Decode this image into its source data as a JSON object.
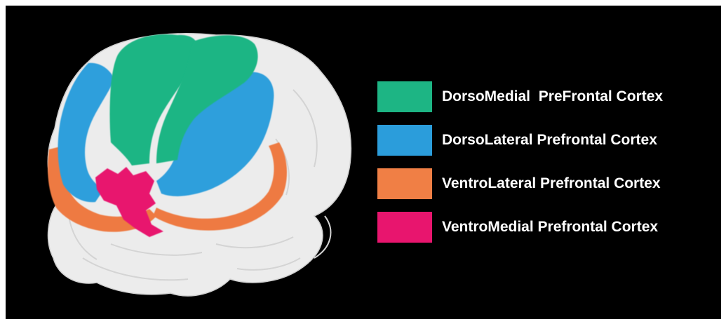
{
  "legend": {
    "items": [
      {
        "label": "DorsoMedial  PreFrontal Cortex",
        "color": "#1db584"
      },
      {
        "label": "DorsoLateral Prefrontal Cortex",
        "color": "#2b9ddb"
      },
      {
        "label": "VentroLateral Prefrontal Cortex",
        "color": "#f07f45"
      },
      {
        "label": "VentroMedial Prefrontal Cortex",
        "color": "#e8156e"
      }
    ]
  },
  "colors": {
    "background": "#000000",
    "brain_surface": "#eeeeee",
    "frame": "#ffffff"
  }
}
